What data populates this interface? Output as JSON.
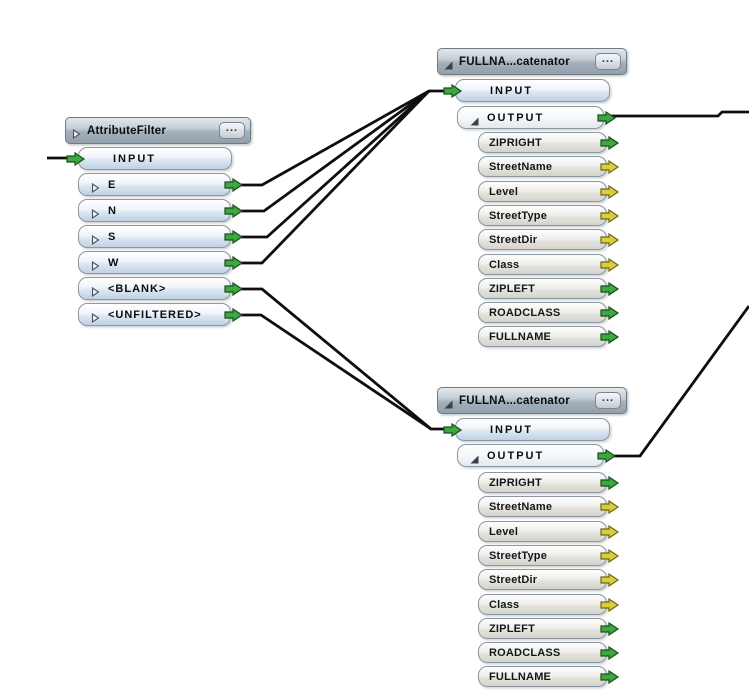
{
  "nodes": {
    "filter": {
      "title": "AttributeFilter",
      "menu_label": "...",
      "input_port": "INPUT",
      "outputs": [
        {
          "label": "E",
          "arrow": "green"
        },
        {
          "label": "N",
          "arrow": "green"
        },
        {
          "label": "S",
          "arrow": "green"
        },
        {
          "label": "W",
          "arrow": "green"
        },
        {
          "label": "<BLANK>",
          "arrow": "green"
        },
        {
          "label": "<UNFILTERED>",
          "arrow": "green"
        }
      ]
    },
    "concat_top": {
      "title": "FULLNA...catenator",
      "menu_label": "...",
      "input_port": "INPUT",
      "output_port": "OUTPUT",
      "attributes": [
        {
          "label": "ZIPRIGHT",
          "arrow": "green"
        },
        {
          "label": "StreetName",
          "arrow": "yellow"
        },
        {
          "label": "Level",
          "arrow": "yellow"
        },
        {
          "label": "StreetType",
          "arrow": "yellow"
        },
        {
          "label": "StreetDir",
          "arrow": "yellow"
        },
        {
          "label": "Class",
          "arrow": "yellow"
        },
        {
          "label": "ZIPLEFT",
          "arrow": "green"
        },
        {
          "label": "ROADCLASS",
          "arrow": "green"
        },
        {
          "label": "FULLNAME",
          "arrow": "green"
        }
      ]
    },
    "concat_bottom": {
      "title": "FULLNA...catenator",
      "menu_label": "...",
      "input_port": "INPUT",
      "output_port": "OUTPUT",
      "attributes": [
        {
          "label": "ZIPRIGHT",
          "arrow": "green"
        },
        {
          "label": "StreetName",
          "arrow": "yellow"
        },
        {
          "label": "Level",
          "arrow": "yellow"
        },
        {
          "label": "StreetType",
          "arrow": "yellow"
        },
        {
          "label": "StreetDir",
          "arrow": "yellow"
        },
        {
          "label": "Class",
          "arrow": "yellow"
        },
        {
          "label": "ZIPLEFT",
          "arrow": "green"
        },
        {
          "label": "ROADCLASS",
          "arrow": "green"
        },
        {
          "label": "FULLNAME",
          "arrow": "green"
        }
      ]
    }
  },
  "connections": [
    {
      "from": "offscreen-left",
      "to": "AttributeFilter.INPUT"
    },
    {
      "from": "AttributeFilter.E",
      "to": "concat_top.INPUT"
    },
    {
      "from": "AttributeFilter.N",
      "to": "concat_top.INPUT"
    },
    {
      "from": "AttributeFilter.S",
      "to": "concat_top.INPUT"
    },
    {
      "from": "AttributeFilter.W",
      "to": "concat_top.INPUT"
    },
    {
      "from": "AttributeFilter.<BLANK>",
      "to": "concat_bottom.INPUT"
    },
    {
      "from": "AttributeFilter.<UNFILTERED>",
      "to": "concat_bottom.INPUT"
    },
    {
      "from": "concat_top.OUTPUT",
      "to": "offscreen-right"
    },
    {
      "from": "concat_bottom.OUTPUT",
      "to": "offscreen-upper-right"
    }
  ],
  "colors": {
    "connection": "#0e0e0e",
    "arrow_green": "#3fa73f",
    "arrow_yellow": "#d9ce3d",
    "header_top": "#e2e8ec",
    "header_bottom": "#93a0ab",
    "port_row_bottom": "#c0d1e5",
    "attr_row_bottom": "#d4d4cd"
  }
}
